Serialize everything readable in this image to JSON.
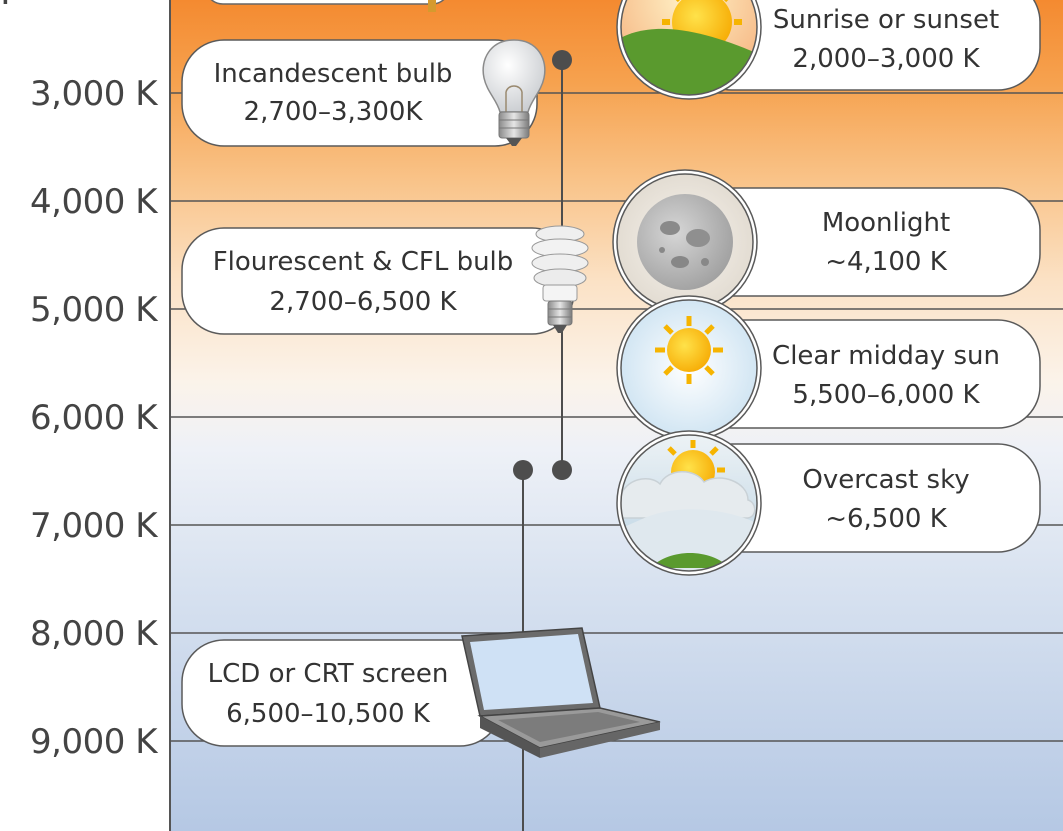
{
  "scale": {
    "unit": "K",
    "ticks": [
      "3,000 K",
      "4,000 K",
      "5,000 K",
      "6,000 K",
      "7,000 K",
      "8,000 K",
      "9,000 K"
    ]
  },
  "sources_left": [
    {
      "title": "Incandescent bulb",
      "range": "2,700–3,300K",
      "icon": "light-bulb-icon"
    },
    {
      "title": "Flourescent & CFL bulb",
      "range": "2,700–6,500 K",
      "icon": "cfl-bulb-icon"
    },
    {
      "title": "LCD or CRT screen",
      "range": "6,500–10,500 K",
      "icon": "laptop-icon"
    }
  ],
  "sources_right": [
    {
      "title": "Sunrise or sunset",
      "range": "2,000–3,000 K",
      "icon": "sunrise-icon"
    },
    {
      "title": "Moonlight",
      "range": "~4,100 K",
      "icon": "moon-icon"
    },
    {
      "title": "Clear midday sun",
      "range": "5,500–6,000 K",
      "icon": "midday-sun-icon"
    },
    {
      "title": "Overcast sky",
      "range": "~6,500 K",
      "icon": "overcast-sky-icon"
    }
  ],
  "colors": {
    "warm": "#f4923a",
    "neutral": "#fbf3ea",
    "cool": "#b8cbe6",
    "line": "#4d4d4d"
  }
}
